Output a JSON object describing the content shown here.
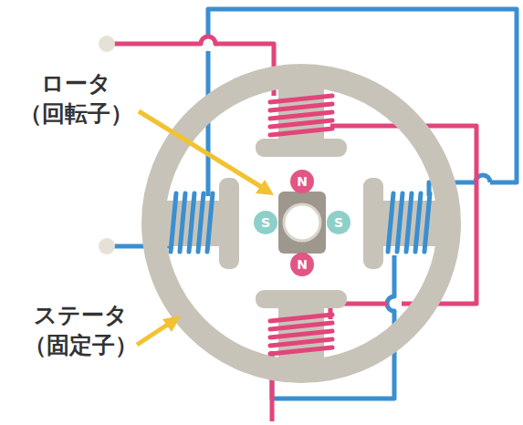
{
  "diagram": {
    "nodes": [
      {
        "text": [
          "N"
        ]
      },
      {
        "text": [
          "S"
        ]
      },
      {
        "text": [
          "S"
        ]
      },
      {
        "text": [
          "N"
        ]
      }
    ],
    "labels": [
      "ロータ （回転子）",
      "ステータ （固定子）"
    ]
  }
}
